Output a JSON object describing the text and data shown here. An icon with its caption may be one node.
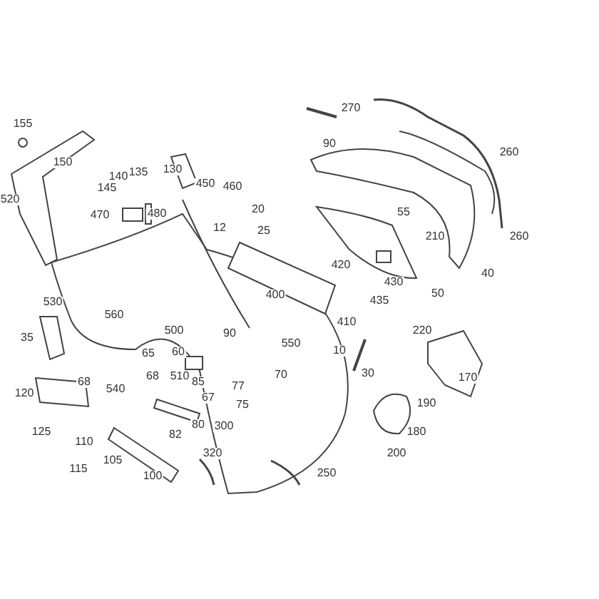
{
  "diagram": {
    "labels": [
      "270",
      "155",
      "90",
      "260",
      "150",
      "130",
      "135",
      "140",
      "450",
      "460",
      "145",
      "520",
      "20",
      "55",
      "480",
      "470",
      "12",
      "25",
      "210",
      "260",
      "420",
      "40",
      "430",
      "400",
      "50",
      "435",
      "530",
      "560",
      "410",
      "500",
      "90",
      "220",
      "550",
      "35",
      "10",
      "65",
      "60",
      "70",
      "30",
      "68",
      "510",
      "170",
      "68",
      "85",
      "77",
      "540",
      "120",
      "67",
      "75",
      "190",
      "80",
      "300",
      "82",
      "180",
      "125",
      "110",
      "200",
      "320",
      "105",
      "115",
      "250",
      "100"
    ]
  }
}
